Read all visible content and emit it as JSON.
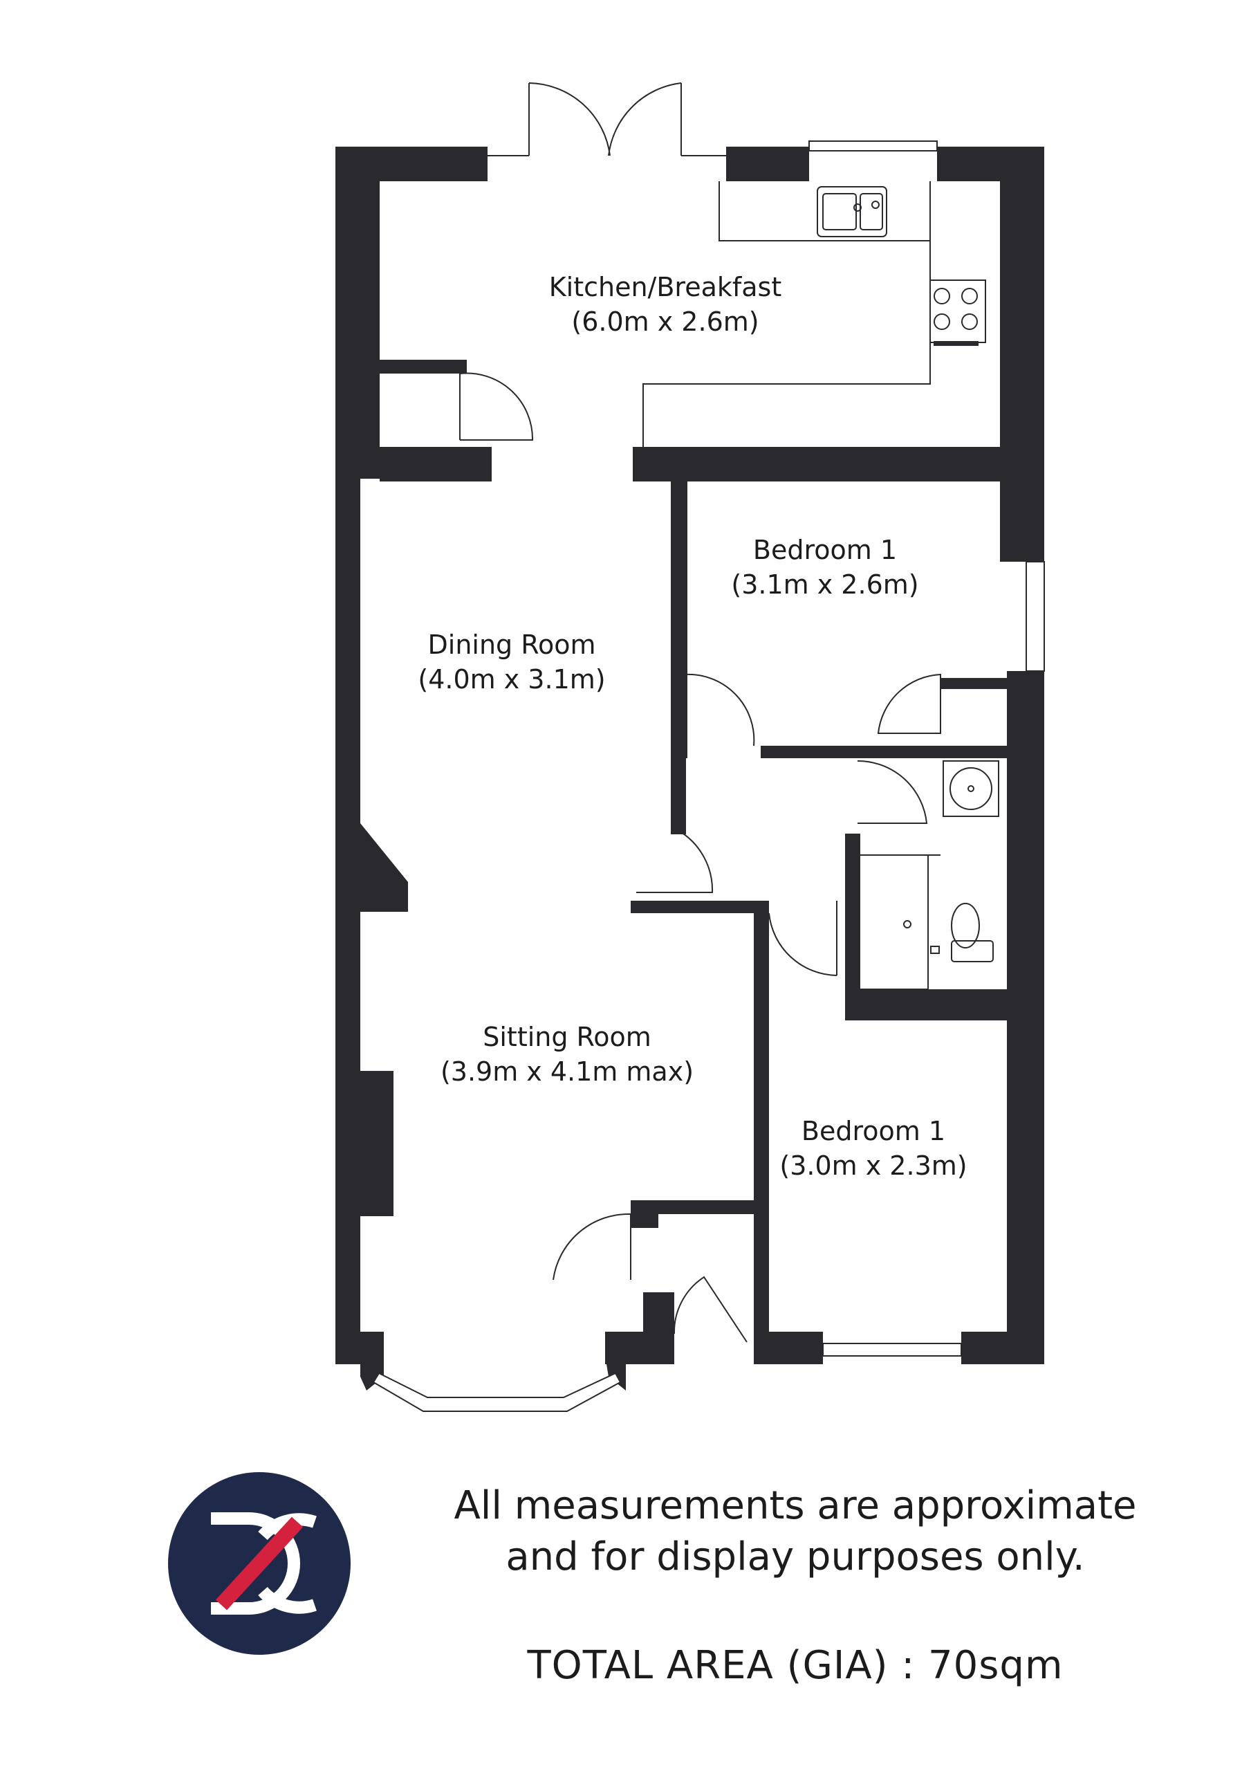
{
  "rooms": {
    "kitchen": {
      "name": "Kitchen/Breakfast",
      "size": "(6.0m x 2.6m)"
    },
    "dining": {
      "name": "Dining Room",
      "size": "(4.0m x 3.1m)"
    },
    "bedroom_upper": {
      "name": "Bedroom 1",
      "size": "(3.1m x 2.6m)"
    },
    "sitting": {
      "name": "Sitting Room",
      "size": "(3.9m x 4.1m max)"
    },
    "bedroom_lower": {
      "name": "Bedroom 1",
      "size": "(3.0m x 2.3m)"
    }
  },
  "disclaimer": {
    "line1": "All  measurements are approximate",
    "line2": "and for display purposes only."
  },
  "total_area": "TOTAL AREA (GIA) :  70sqm",
  "colors": {
    "wall": "#2a2a2e",
    "logo_navy": "#1f2a4a",
    "logo_red": "#d4213d"
  },
  "icons": [
    "logo-icon",
    "sink-icon",
    "hob-icon",
    "washbasin-icon",
    "toilet-icon",
    "shower-tray-icon"
  ]
}
